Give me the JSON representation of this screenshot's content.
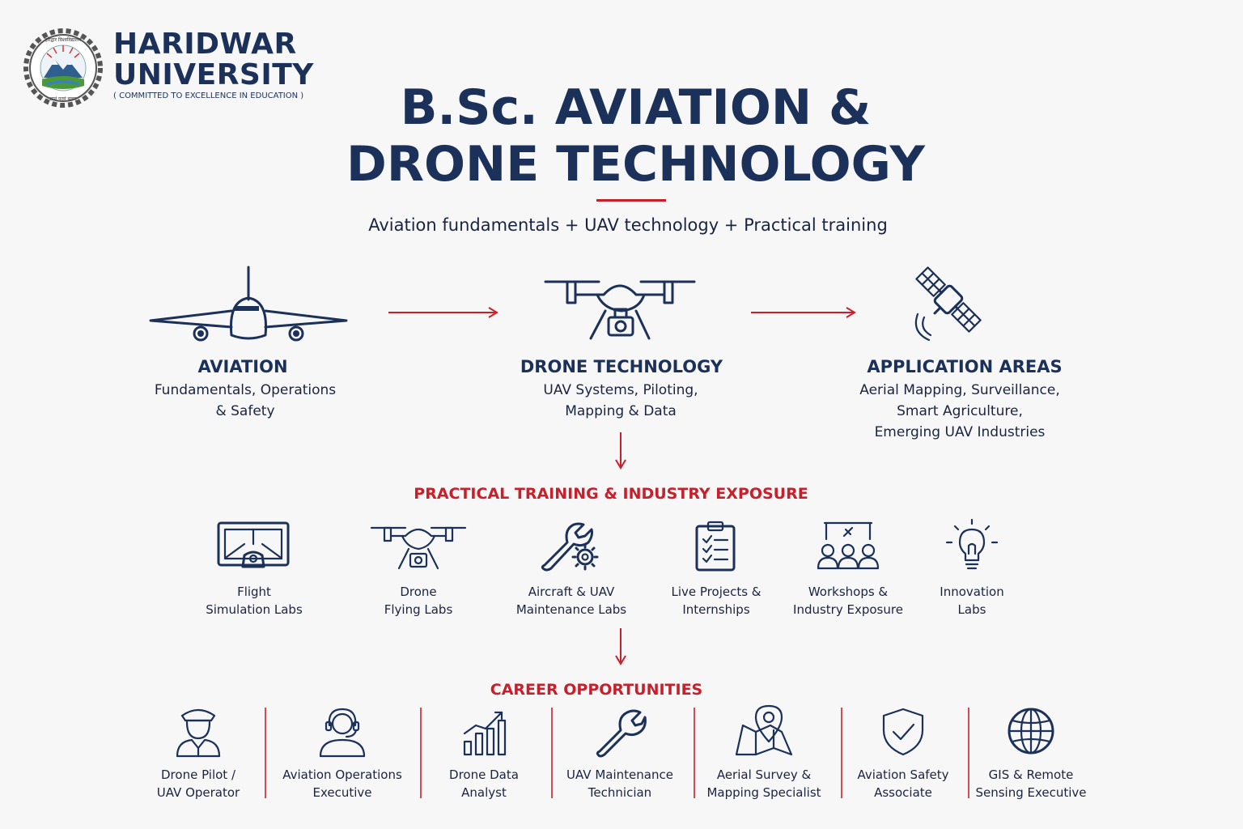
{
  "header": {
    "uni_line1": "HARIDWAR",
    "uni_line2": "UNIVERSITY",
    "tagline": "( COMMITTED TO EXCELLENCE IN EDUCATION )"
  },
  "title": {
    "line1": "B.Sc. AVIATION &",
    "line2": "DRONE TECHNOLOGY",
    "subtitle": "Aviation fundamentals + UAV technology + Practical training"
  },
  "stages": [
    {
      "title": "AVIATION",
      "desc_1": "Fundamentals, Operations",
      "desc_2": "& Safety",
      "icon": "airplane-icon"
    },
    {
      "title": "DRONE TECHNOLOGY",
      "desc_1": "UAV Systems, Piloting,",
      "desc_2": "Mapping & Data",
      "icon": "drone-icon"
    },
    {
      "title": "APPLICATION AREAS",
      "desc_1": "Aerial Mapping, Surveillance,",
      "desc_2": "Smart Agriculture,",
      "desc_3": "Emerging UAV Industries",
      "icon": "satellite-icon"
    }
  ],
  "practical": {
    "heading": "PRACTICAL TRAINING & INDUSTRY EXPOSURE",
    "items": [
      {
        "l1": "Flight",
        "l2": "Simulation Labs",
        "icon": "flight-simulator-icon"
      },
      {
        "l1": "Drone",
        "l2": "Flying Labs",
        "icon": "drone-icon"
      },
      {
        "l1": "Aircraft & UAV",
        "l2": "Maintenance Labs",
        "icon": "wrench-gear-icon"
      },
      {
        "l1": "Live Projects &",
        "l2": "Internships",
        "icon": "checklist-icon"
      },
      {
        "l1": "Workshops &",
        "l2": "Industry Exposure",
        "icon": "workshop-icon"
      },
      {
        "l1": "Innovation",
        "l2": "Labs",
        "icon": "lightbulb-icon"
      }
    ]
  },
  "careers": {
    "heading": "CAREER OPPORTUNITIES",
    "items": [
      {
        "l1": "Drone Pilot /",
        "l2": "UAV Operator",
        "icon": "pilot-icon"
      },
      {
        "l1": "Aviation Operations",
        "l2": "Executive",
        "icon": "headset-icon"
      },
      {
        "l1": "Drone Data",
        "l2": "Analyst",
        "icon": "bar-chart-icon"
      },
      {
        "l1": "UAV Maintenance",
        "l2": "Technician",
        "icon": "wrench-icon"
      },
      {
        "l1": "Aerial Survey &",
        "l2": "Mapping Specialist",
        "icon": "map-pin-icon"
      },
      {
        "l1": "Aviation Safety",
        "l2": "Associate",
        "icon": "shield-check-icon"
      },
      {
        "l1": "GIS & Remote",
        "l2": "Sensing Executive",
        "icon": "globe-icon"
      }
    ]
  },
  "colors": {
    "navy": "#1b3159",
    "accent_red": "#c8202b",
    "background": "#f7f7f8"
  }
}
